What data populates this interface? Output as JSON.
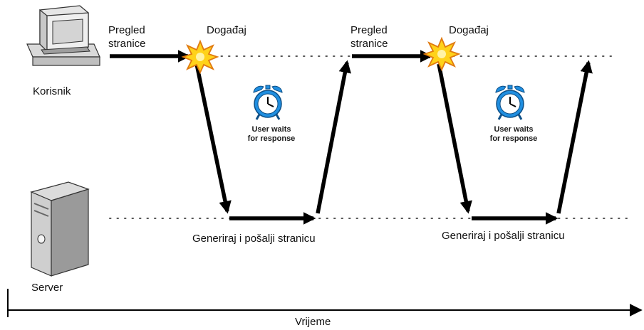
{
  "actors": {
    "client": "Korisnik",
    "server": "Server"
  },
  "cycles": [
    {
      "page_view_line1": "Pregled",
      "page_view_line2": "stranice",
      "event": "Događaj",
      "wait_line1": "User waits",
      "wait_line2": "for response",
      "server_action": "Generiraj i pošalji stranicu"
    },
    {
      "page_view_line1": "Pregled",
      "page_view_line2": "stranice",
      "event": "Događaj",
      "wait_line1": "User waits",
      "wait_line2": "for response",
      "server_action": "Generiraj i pošalji stranicu"
    }
  ],
  "axis_label": "Vrijeme",
  "icons": [
    "computer-icon",
    "server-icon",
    "event-burst-icon",
    "alarm-clock-icon"
  ],
  "colors": {
    "burst_fill": "#ffd21a",
    "burst_stroke": "#e07a10",
    "clock_blue": "#1f8ee0",
    "arrow": "#000000"
  }
}
